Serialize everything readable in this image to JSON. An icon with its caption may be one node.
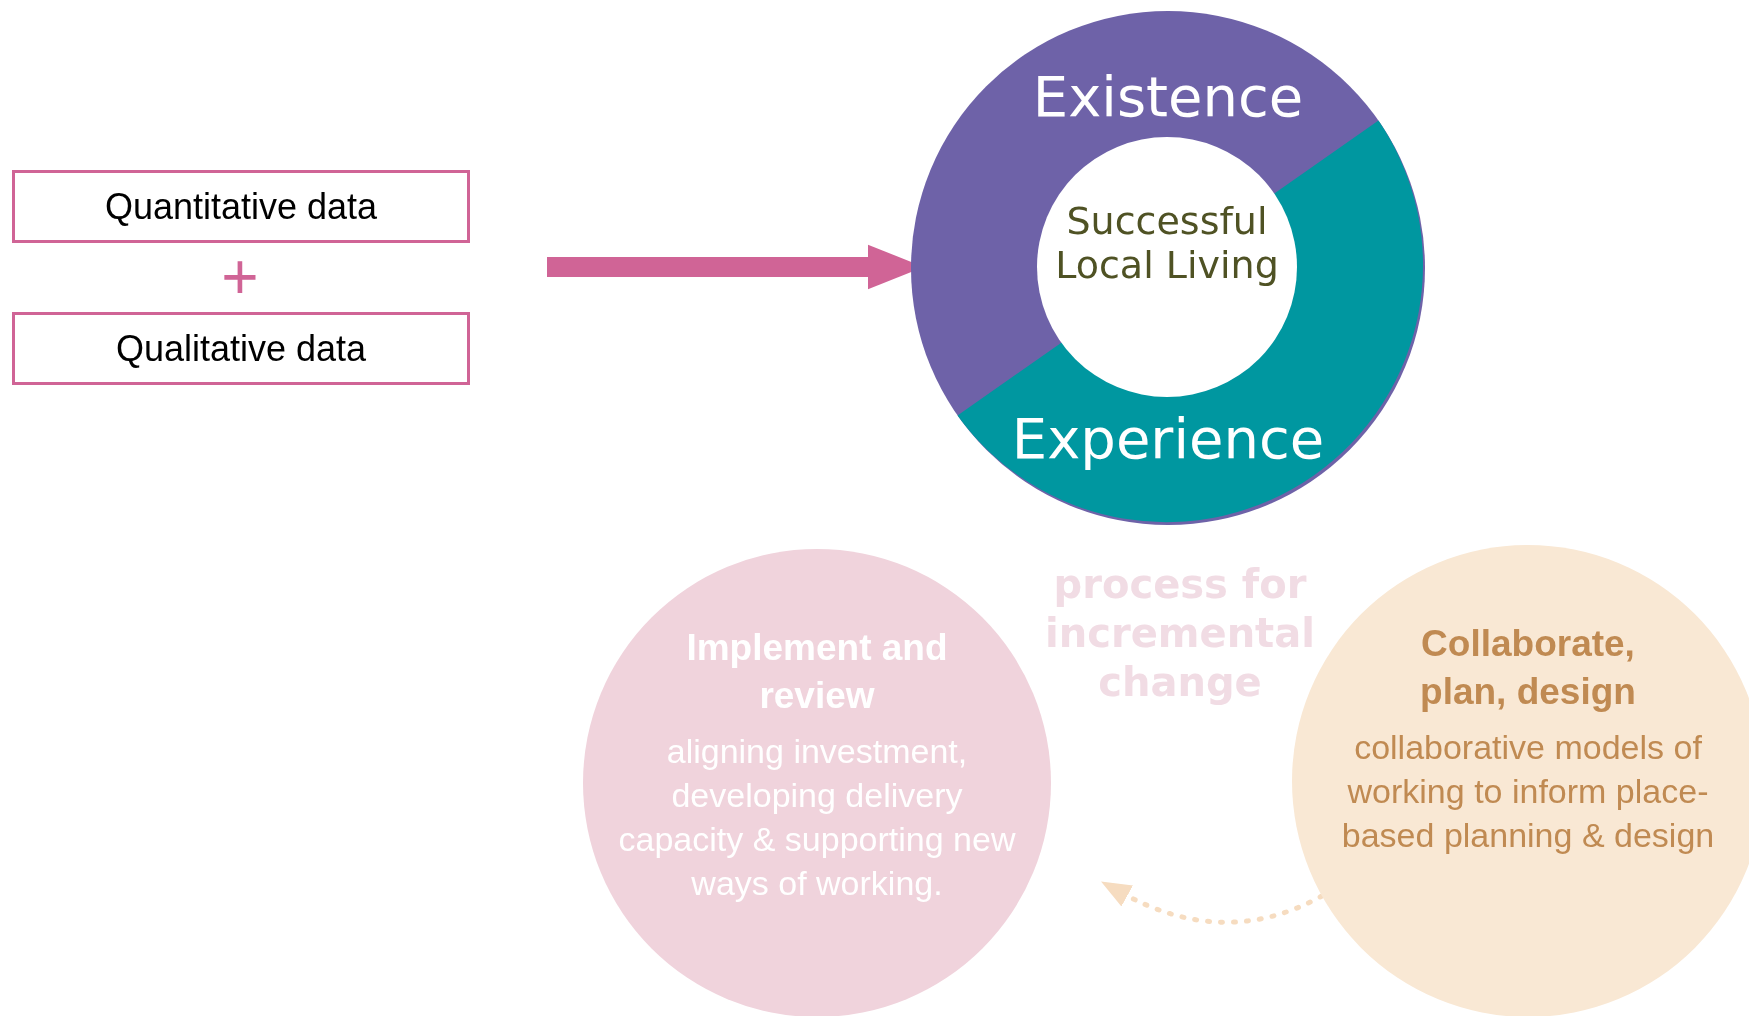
{
  "diagram": {
    "nodes": [
      {
        "text": [
          "Quantitative data"
        ]
      },
      {
        "text": [
          "Qualitative data"
        ]
      },
      {
        "text": [
          "Existence",
          "Experience"
        ]
      },
      {
        "text": [
          "Successful Local Living"
        ],
        "in": 2
      },
      {
        "text": [
          "Implement and review",
          "aligning investment, developing delivery capacity & supporting new ways of working."
        ]
      },
      {
        "text": [
          "Collaborate, plan, design",
          "collaborative models of working to inform place-based planning & design"
        ]
      }
    ],
    "edges": [
      {
        "from": null,
        "to": 2,
        "arrow": "to",
        "style": "thick",
        "color": "#d06496"
      },
      {
        "from": 5,
        "to": null,
        "arrow": "to",
        "style": "dashed",
        "color": "#f6dcc0"
      }
    ],
    "labels": [
      "+",
      "process for incremental change"
    ]
  }
}
